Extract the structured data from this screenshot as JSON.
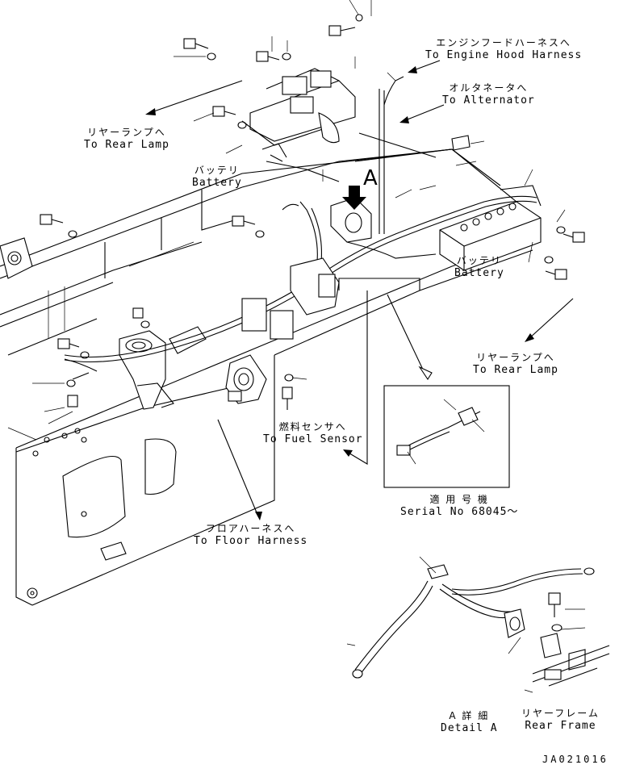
{
  "labels": {
    "engine_hood_harness": {
      "jp": "エンジンフードハーネスへ",
      "en": "To Engine Hood Harness"
    },
    "alternator": {
      "jp": "オルタネータへ",
      "en": "To Alternator"
    },
    "rear_lamp_top": {
      "jp": "リヤーランプへ",
      "en": "To Rear Lamp"
    },
    "battery_left": {
      "jp": "バッテリ",
      "en": "Battery"
    },
    "battery_right": {
      "jp": "バッテリ",
      "en": "Battery"
    },
    "rear_lamp_right": {
      "jp": "リヤーランプへ",
      "en": "To Rear Lamp"
    },
    "fuel_sensor": {
      "jp": "燃料センサへ",
      "en": "To Fuel Sensor"
    },
    "serial": {
      "jp": "適 用 号 機",
      "en": "Serial No 68045～"
    },
    "floor_harness": {
      "jp": "フロアハーネスへ",
      "en": "To Floor Harness"
    },
    "detail_a": {
      "jp": "A 詳 細",
      "en": "Detail A"
    },
    "rear_frame": {
      "jp": "リヤーフレーム",
      "en": "Rear Frame"
    }
  },
  "view_marker": "A",
  "drawing_code": "JA021016"
}
